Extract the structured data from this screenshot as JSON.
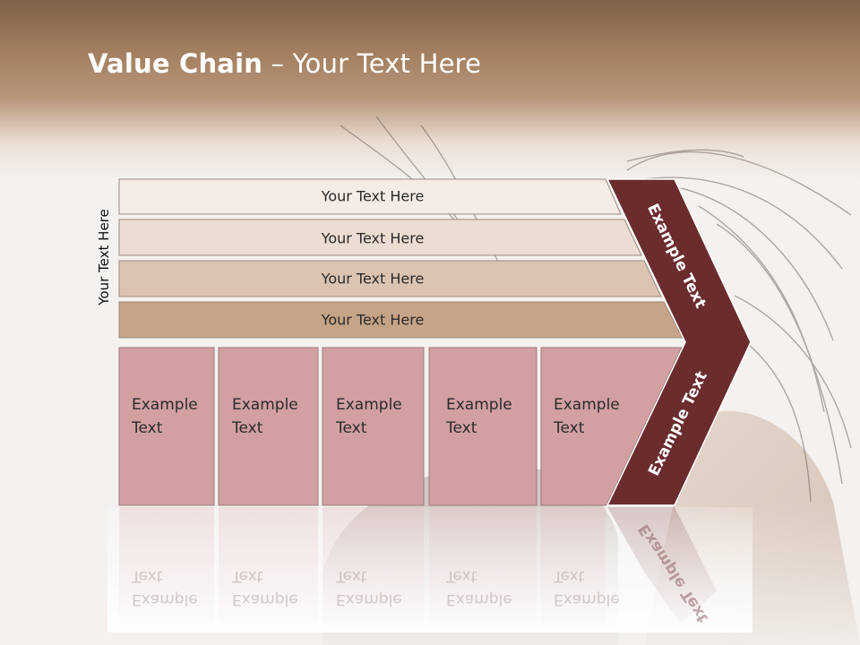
{
  "slide": {
    "title_bold": "Value Chain",
    "title_rest": " – Your Text Here",
    "side_label": "Your Text Here"
  },
  "bars": [
    {
      "label": "Your Text Here"
    },
    {
      "label": "Your Text Here"
    },
    {
      "label": "Your Text Here"
    },
    {
      "label": "Your Text Here"
    }
  ],
  "boxes": [
    {
      "line1": "Example",
      "line2": "Text"
    },
    {
      "line1": "Example",
      "line2": "Text"
    },
    {
      "line1": "Example",
      "line2": "Text"
    },
    {
      "line1": "Example",
      "line2": "Text"
    },
    {
      "line1": "Example",
      "line2": "Text"
    }
  ],
  "chevron": {
    "upper_label": "Example Text",
    "lower_label": "Example Text"
  },
  "colors": {
    "header": "#a48060",
    "bar1": "#f5ece6",
    "bar2": "#ecddd2",
    "bar3": "#dcc4b2",
    "bar4": "#c6a487",
    "box": "#d3a0a2",
    "chevron": "#6b2c2e"
  }
}
